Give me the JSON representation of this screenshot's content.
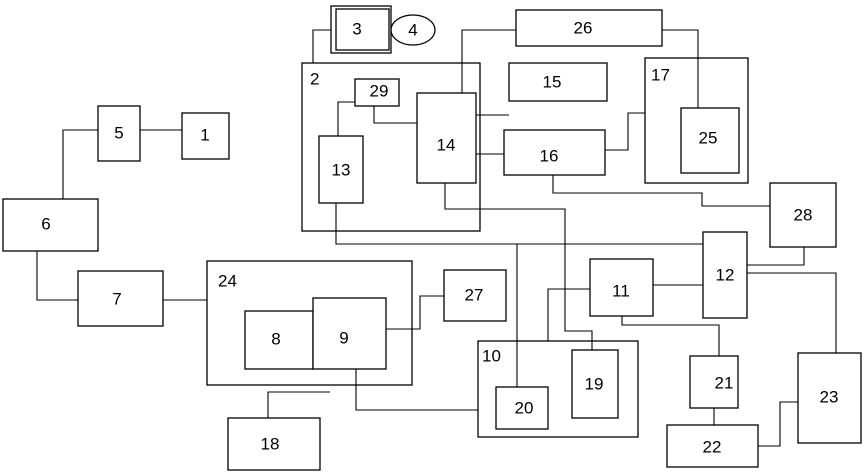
{
  "labels": {
    "n1": "1",
    "n2": "2",
    "n3": "3",
    "n4": "4",
    "n5": "5",
    "n6": "6",
    "n7": "7",
    "n8": "8",
    "n9": "9",
    "n10": "10",
    "n11": "11",
    "n12": "12",
    "n13": "13",
    "n14": "14",
    "n15": "15",
    "n16": "16",
    "n17": "17",
    "n18": "18",
    "n19": "19",
    "n20": "20",
    "n21": "21",
    "n22": "22",
    "n23": "23",
    "n24": "24",
    "n25": "25",
    "n26": "26",
    "n27": "27",
    "n28": "28",
    "n29": "29"
  }
}
